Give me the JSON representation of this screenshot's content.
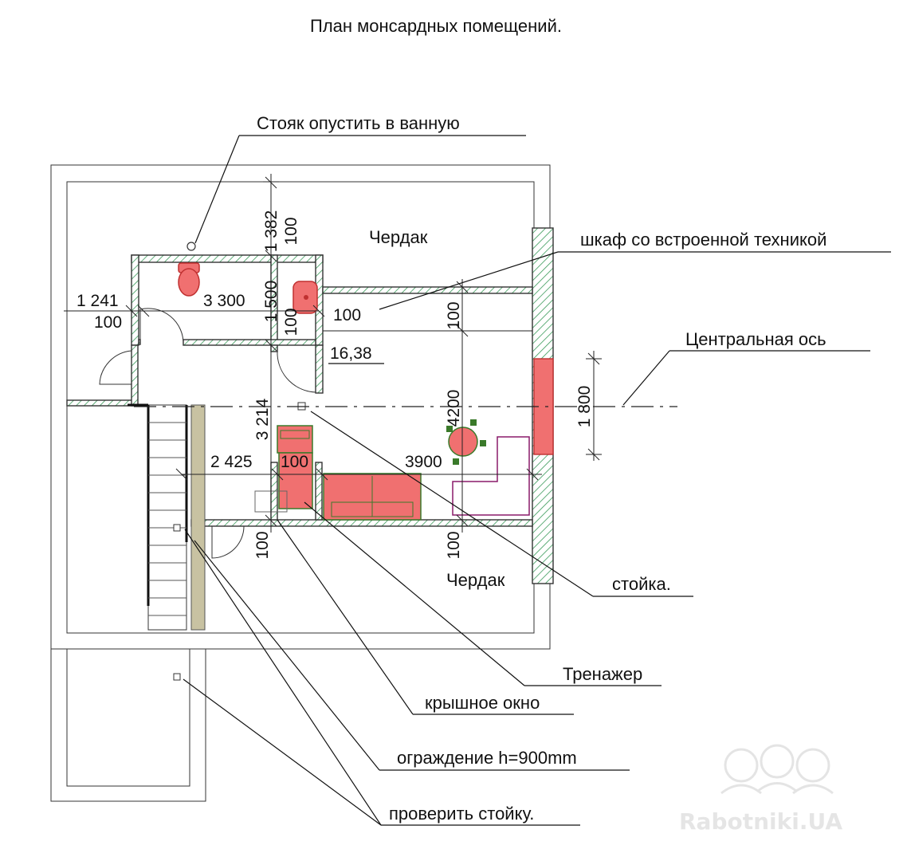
{
  "title": "План монсардных помещений.",
  "rooms": {
    "attic_top": "Чердак",
    "attic_bottom": "Чердак",
    "area": "16,38"
  },
  "dimensions": {
    "d1382": "1 382",
    "d100_top": "100",
    "d1241": "1 241",
    "d100_left": "100",
    "d3300": "3 300",
    "d1500": "1 500",
    "d100_mid": "100",
    "d100_right": "100",
    "d100_vert": "100",
    "d4200": "4200",
    "d1800": "1 800",
    "d3214": "3 214",
    "d2425": "2 425",
    "d100_bed": "100",
    "d3900": "3900",
    "d100_bottom1": "100",
    "d100_bottom2": "100"
  },
  "annotations": {
    "riser": "Стояк  опустить в ванную",
    "wardrobe": "шкаф со встроенной техникой",
    "central_axis": "Центральная ось",
    "post": "стойка.",
    "trainer": "Тренажер",
    "roof_window": "крышное окно",
    "railing": "ограждение h=900mm",
    "check_post": "проверить стойку."
  },
  "watermark": "Rabotniki.UA",
  "colors": {
    "fixture_fill": "#f07070",
    "fixture_stroke": "#c03030",
    "hatch": "#3a9a5a",
    "railing_fill": "#c8c2a2",
    "desk_stroke": "#8a1a6a",
    "door_arc": "#a01010"
  }
}
